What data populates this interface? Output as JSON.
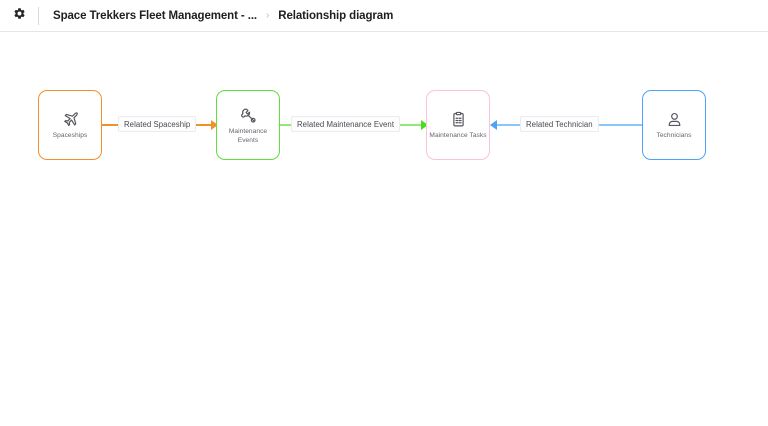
{
  "header": {
    "gear_icon": "gear-icon",
    "breadcrumb": {
      "app_title": "Space Trekkers Fleet Management - ...",
      "separator": "›",
      "current_page": "Relationship diagram"
    }
  },
  "diagram": {
    "type": "relationship-diagram",
    "nodes": [
      {
        "id": "spaceships",
        "label": "Spaceships",
        "icon": "airplane-icon",
        "color": "#f0922b"
      },
      {
        "id": "maintenance-events",
        "label": "Maintenance Events",
        "icon": "wrench-icon",
        "color": "#62dd3e"
      },
      {
        "id": "maintenance-tasks",
        "label": "Maintenance Tasks",
        "icon": "clipboard-icon",
        "color": "#fbc2da"
      },
      {
        "id": "technicians",
        "label": "Technicians",
        "icon": "user-icon",
        "color": "#4da3f5"
      }
    ],
    "edges": [
      {
        "id": "edge-1",
        "label": "Related Spaceship",
        "from": "spaceships",
        "to": "maintenance-events",
        "direction": "right",
        "color": "#f0922b"
      },
      {
        "id": "edge-2",
        "label": "Related Maintenance Event",
        "from": "maintenance-events",
        "to": "maintenance-tasks",
        "direction": "right",
        "color": "#45dd1d"
      },
      {
        "id": "edge-3",
        "label": "Related Technician",
        "from": "technicians",
        "to": "maintenance-tasks",
        "direction": "left",
        "color": "#4da3f5"
      }
    ]
  }
}
